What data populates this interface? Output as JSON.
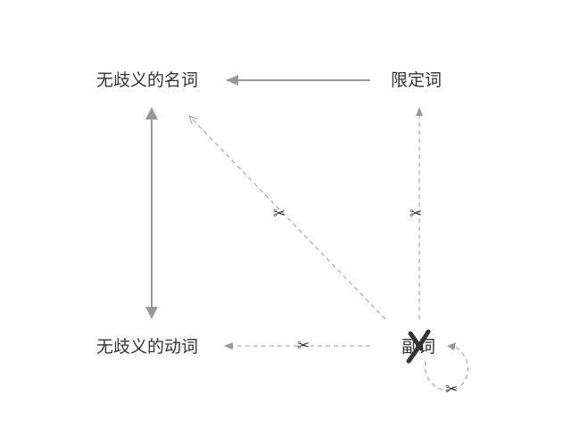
{
  "nodes": {
    "unambiguous_noun": "无歧义的名词",
    "determiner": "限定词",
    "unambiguous_verb": "无歧义的动词",
    "adverb": "副词"
  },
  "marks": {
    "cut_symbol": "✂",
    "cross_symbol": "✗"
  },
  "colors": {
    "edge": "#999999",
    "text": "#333333"
  }
}
